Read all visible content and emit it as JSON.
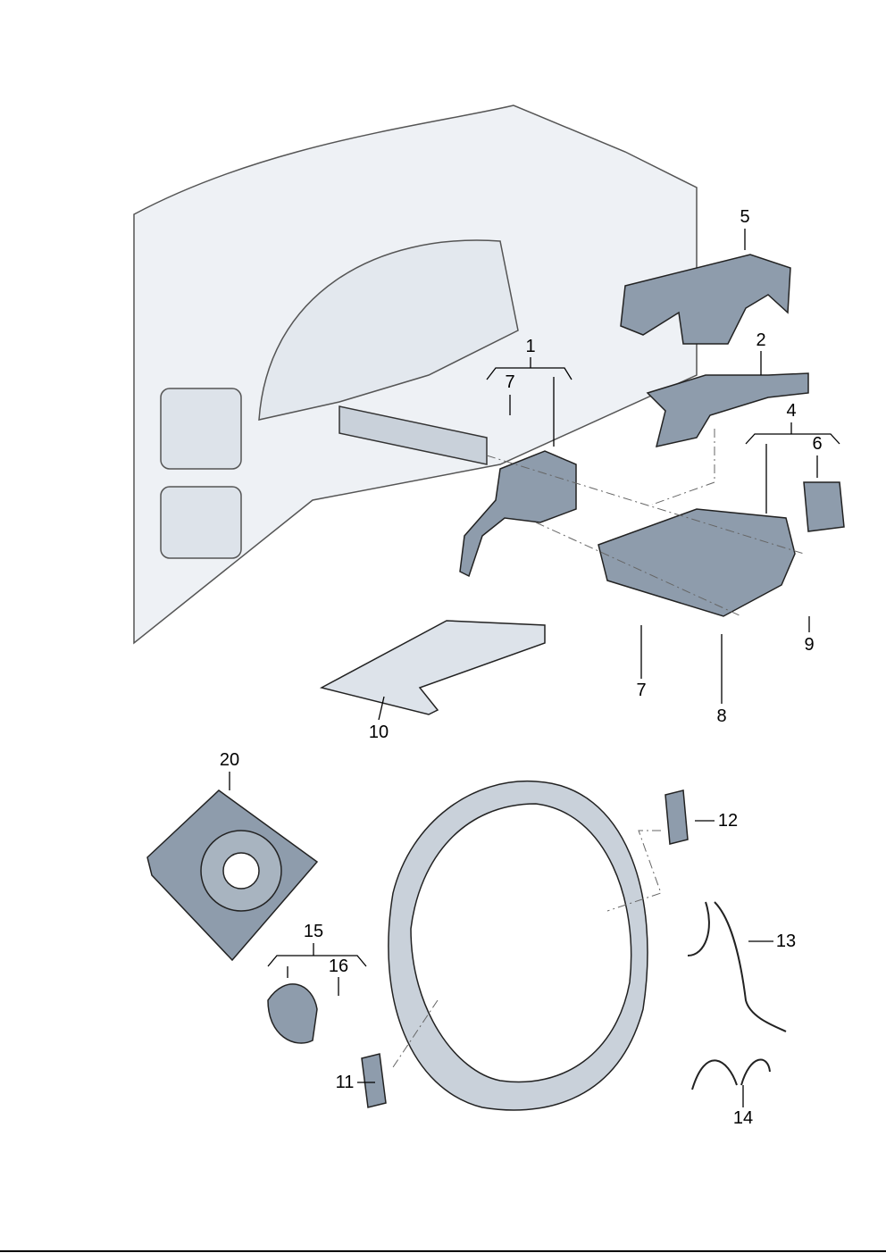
{
  "labels": [
    {
      "id": "1",
      "text": "1"
    },
    {
      "id": "7a",
      "text": "7"
    },
    {
      "id": "5",
      "text": "5"
    },
    {
      "id": "2",
      "text": "2"
    },
    {
      "id": "4",
      "text": "4"
    },
    {
      "id": "6",
      "text": "6"
    },
    {
      "id": "9",
      "text": "9"
    },
    {
      "id": "7b",
      "text": "7"
    },
    {
      "id": "8",
      "text": "8"
    },
    {
      "id": "10",
      "text": "10"
    },
    {
      "id": "20",
      "text": "20"
    },
    {
      "id": "12",
      "text": "12"
    },
    {
      "id": "13",
      "text": "13"
    },
    {
      "id": "15",
      "text": "15"
    },
    {
      "id": "16",
      "text": "16"
    },
    {
      "id": "11",
      "text": "11"
    },
    {
      "id": "14",
      "text": "14"
    }
  ],
  "colors": {
    "part": "#8e9cac",
    "dash": "#dde3ea",
    "line": "#000000"
  }
}
